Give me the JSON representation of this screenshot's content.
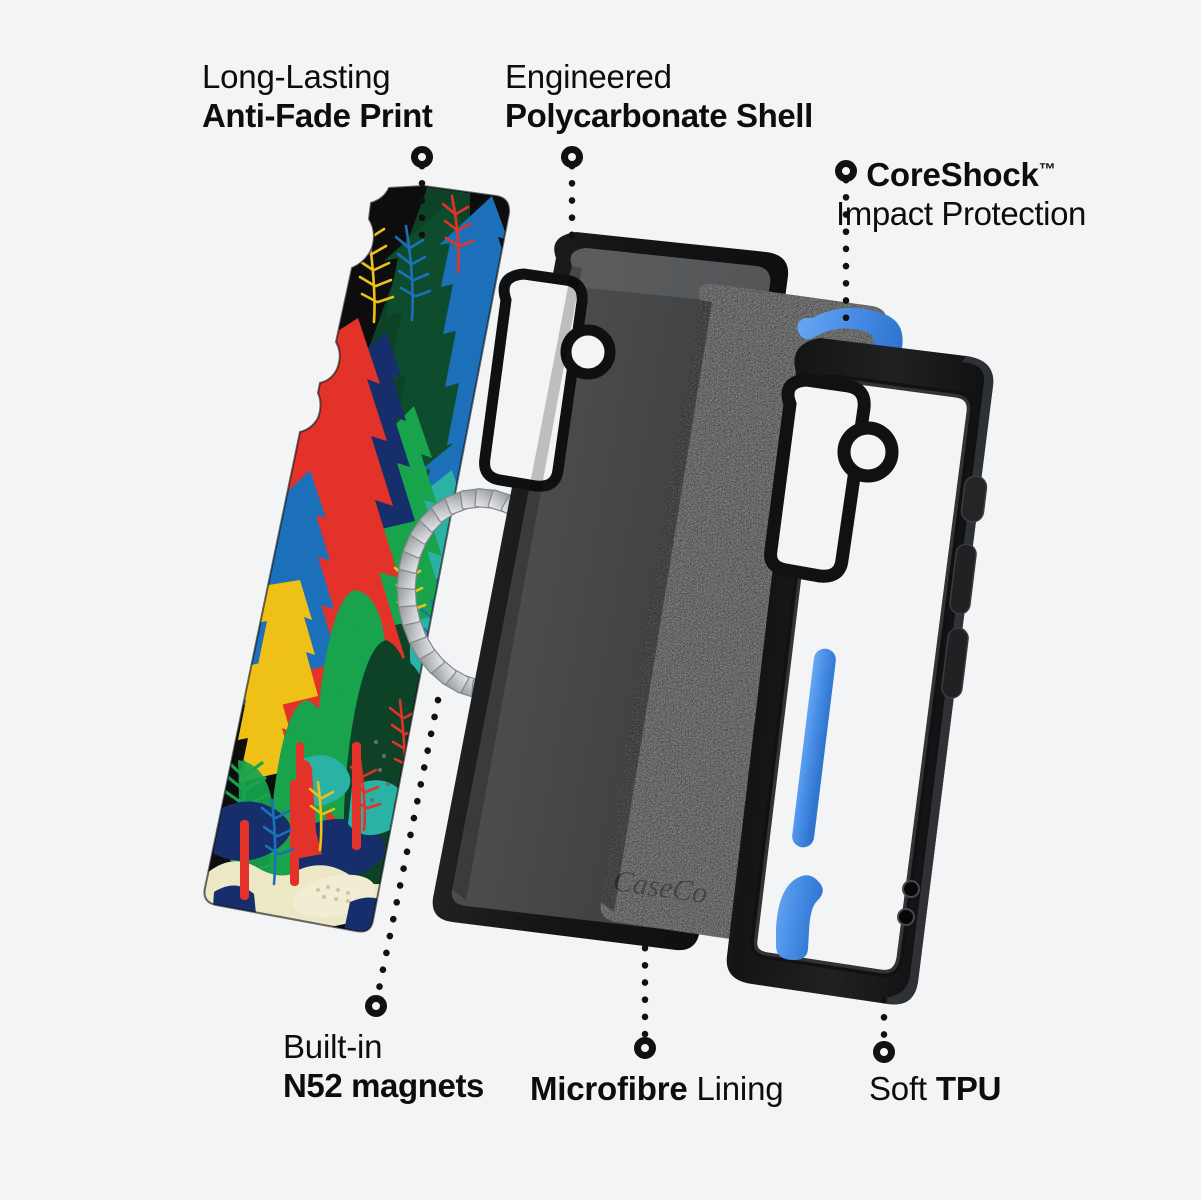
{
  "page": {
    "background_color": "#f3f4f6",
    "text_color": "#0d0d0d",
    "subject": "exploded view of a protective phone case"
  },
  "callouts": [
    {
      "id": "anti-fade-print",
      "line1": "Long-Lasting",
      "line2": "Anti-Fade Print",
      "emphasis": "line2"
    },
    {
      "id": "polycarbonate-shell",
      "line1": "Engineered",
      "line2": "Polycarbonate Shell",
      "emphasis": "line2"
    },
    {
      "id": "coreshock",
      "line1": "CoreShock",
      "trademark": "™",
      "line2": "Impact Protection",
      "emphasis": "line1"
    },
    {
      "id": "n52-magnets",
      "line1": "Built-in",
      "line2": "N52 magnets",
      "emphasis": "line2"
    },
    {
      "id": "microfibre-lining",
      "bold_part": "Microfibre",
      "regular_part": " Lining"
    },
    {
      "id": "soft-tpu",
      "regular_part": "Soft ",
      "bold_part": "TPU"
    }
  ],
  "layers": {
    "printed_back": {
      "name": "Printed anti-fade back plate",
      "artwork": "abstract forest of pine trees",
      "palette": {
        "background": "#0e0f10",
        "red": "#e8332a",
        "blue": "#1e73be",
        "navy": "#18306e",
        "green": "#1aa84f",
        "dark_green": "#0d4428",
        "teal": "#2ab7a9",
        "yellow": "#f5c518",
        "cream": "#f2eeca"
      }
    },
    "magsafe_ring": {
      "name": "Built-in N52 magnet ring",
      "segments": 34,
      "color": "#c9cbcd"
    },
    "polycarbonate_shell": {
      "name": "Engineered polycarbonate shell",
      "body_color": "#4a4c4e",
      "rim_color": "#1b1c1e"
    },
    "microfibre_lining": {
      "name": "Microfibre lining",
      "color": "#101113"
    },
    "tpu_frame": {
      "name": "Soft TPU bumper frame",
      "frame_color": "#1a1b1d",
      "accent_color": "#4a90e8",
      "accent_name": "CoreShock impact accent",
      "buttons": [
        "camera-control",
        "volume-up",
        "volume-down",
        "action-button"
      ]
    }
  },
  "leaders": {
    "style": "dotted line with open ring endpoint",
    "dot_color": "#111111"
  }
}
